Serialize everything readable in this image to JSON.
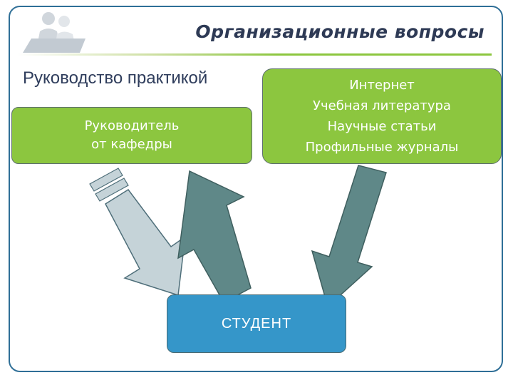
{
  "header": {
    "title": "Организационные вопросы"
  },
  "subtitle": "Руководство практикой",
  "left_box": {
    "lines": [
      "Руководитель",
      "от кафедры"
    ]
  },
  "right_box": {
    "lines": [
      "Интернет",
      "Учебная литература",
      "Научные статьи",
      "Профильные журналы"
    ]
  },
  "bottom_box": {
    "label": "СТУДЕНТ"
  },
  "colors": {
    "accent_green": "#8cc63f",
    "student_blue": "#3596c9",
    "frame_blue": "#2f6f97",
    "arrow_dark": "#5f8888",
    "arrow_light": "#c5d3d8"
  }
}
